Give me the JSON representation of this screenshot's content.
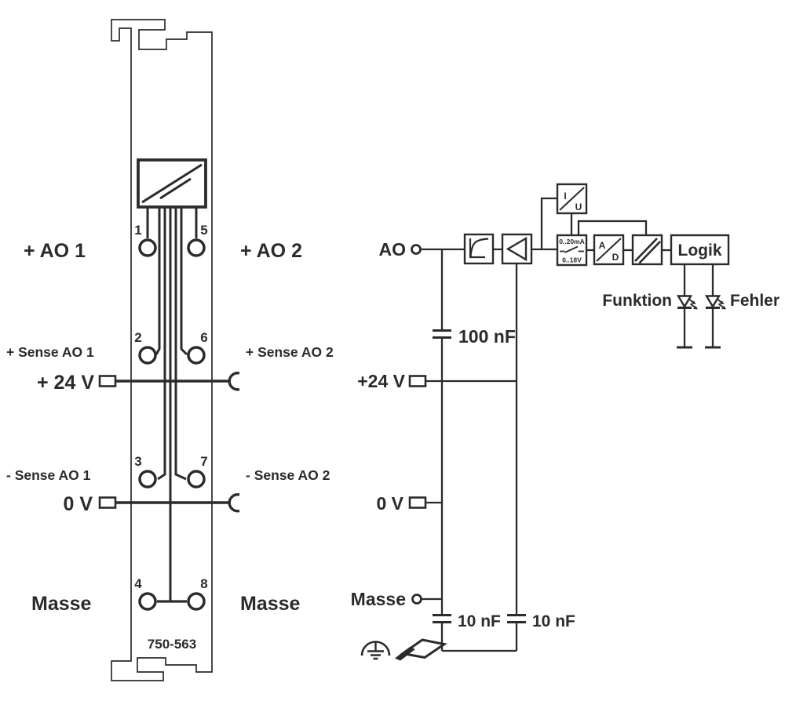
{
  "colors": {
    "ink": "#2b2b2b",
    "background": "#ffffff"
  },
  "module": {
    "part_number": "750-563",
    "terminal_numbers": [
      "1",
      "5",
      "2",
      "6",
      "3",
      "7",
      "4",
      "8"
    ],
    "labels": {
      "ao1": "+ AO 1",
      "ao2": "+ AO 2",
      "sense_plus_1": "+ Sense AO 1",
      "sense_plus_2": "+ Sense AO 2",
      "supply_24v": "+ 24 V",
      "sense_minus_1": "- Sense AO 1",
      "sense_minus_2": "- Sense AO 2",
      "supply_0v": "0 V",
      "masse_left": "Masse",
      "masse_right": "Masse"
    }
  },
  "circuit": {
    "ao_label": "AO",
    "filter_cap": "100 nF",
    "supply_24v": "+24 V",
    "supply_0v": "0 V",
    "masse": "Masse",
    "cap_left": "10 nF",
    "cap_right": "10 nF",
    "iu_block": {
      "top": "I",
      "bottom": "U"
    },
    "range_block": {
      "top": "0..20mA",
      "bottom": "6..18V"
    },
    "ad_block": {
      "top": "A",
      "bottom": "D"
    },
    "logic_label": "Logik",
    "led_function": "Funktion",
    "led_error": "Fehler"
  }
}
